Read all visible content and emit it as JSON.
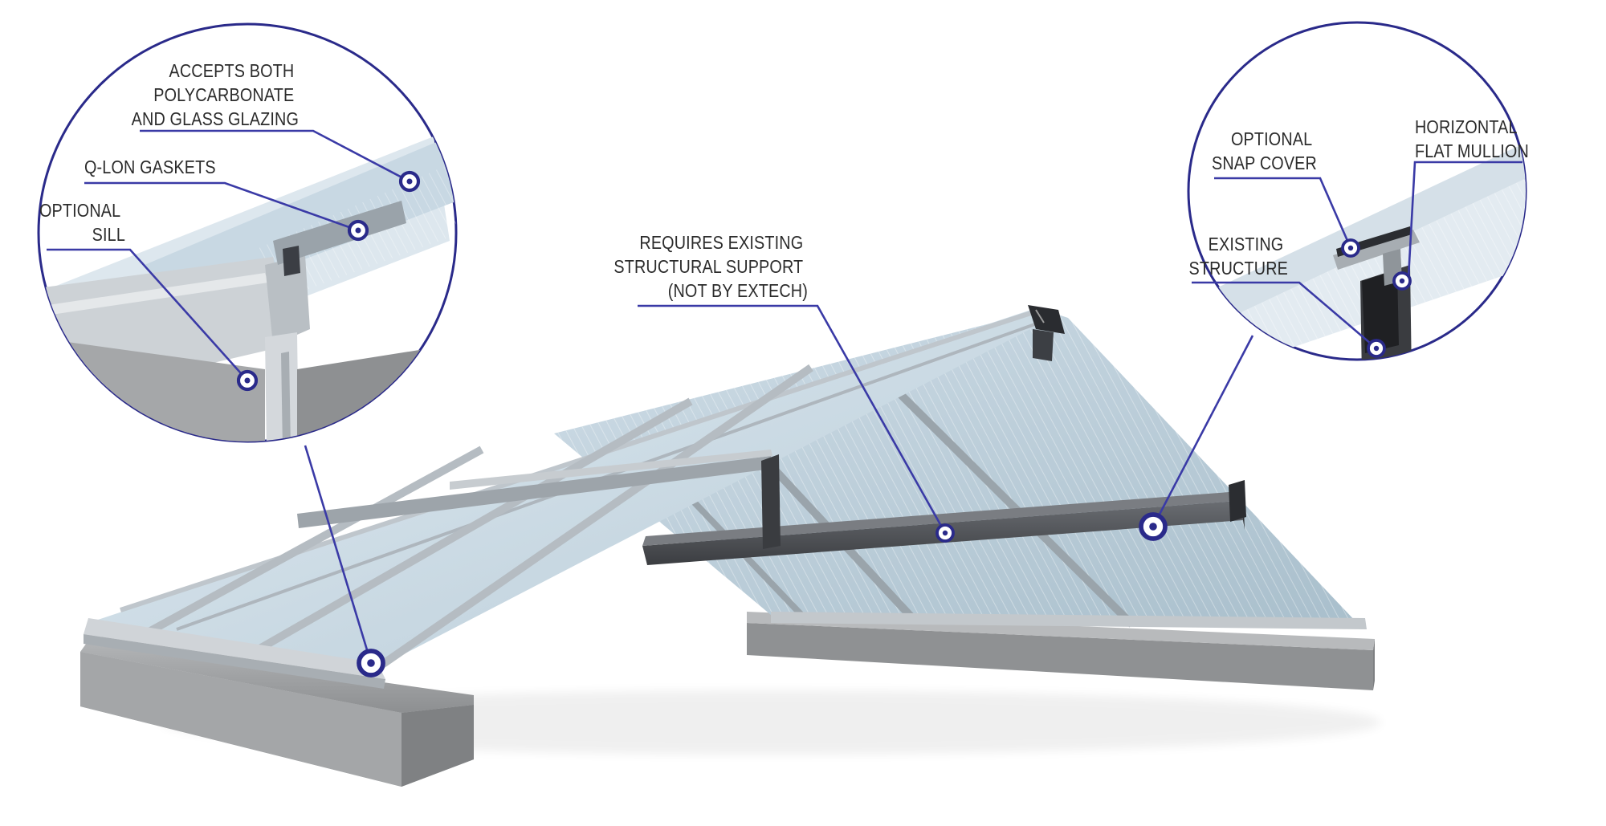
{
  "callouts": {
    "left_detail": {
      "glazing_label": [
        "ACCEPTS BOTH",
        "POLYCARBONATE",
        "AND GLASS GLAZING"
      ],
      "gaskets_label": [
        "Q-LON GASKETS"
      ],
      "sill_label": [
        "OPTIONAL",
        "SILL"
      ]
    },
    "center": {
      "support_label": [
        "REQUIRES EXISTING",
        "STRUCTURAL SUPPORT",
        "(NOT BY EXTECH)"
      ]
    },
    "right_detail": {
      "snap_cover_label": [
        "OPTIONAL",
        "SNAP COVER"
      ],
      "mullion_label": [
        "HORIZONTAL",
        "FLAT MULLION"
      ],
      "structure_label": [
        "EXISTING",
        "STRUCTURE"
      ]
    }
  },
  "colors": {
    "accent": "#2a2a8a",
    "leader": "#3a3aa6",
    "label_text": "#2b2b2b",
    "glass": "#cfe0ea",
    "aluminum": "#c9ced3",
    "steel": "#4a4d52",
    "concrete": "#9a9c9e"
  }
}
